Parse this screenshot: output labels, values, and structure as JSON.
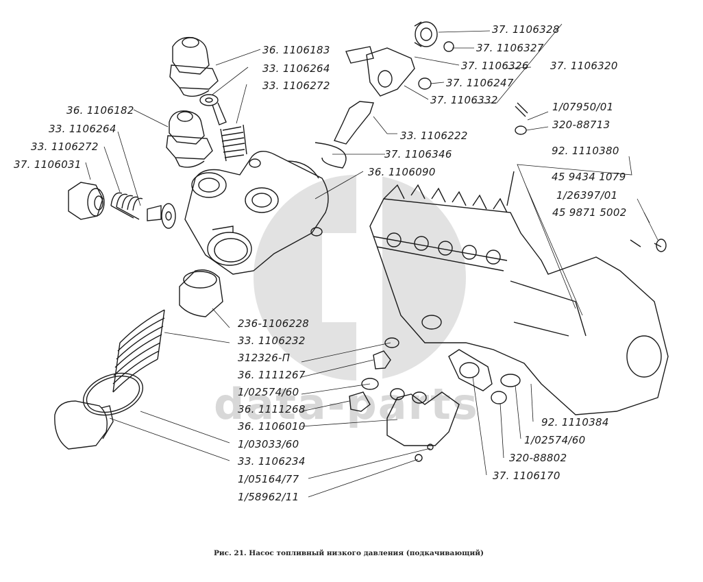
{
  "figure": {
    "caption": "Рис. 21. Насос топливный низкого давления (подкачивающий)",
    "watermark": "data-parts",
    "colors": {
      "ink": "#1a1a1a",
      "watermark": "#d8d8d8",
      "background": "#ffffff"
    }
  },
  "labels": [
    "37. 1106328",
    "37. 1106327",
    "37. 1106326",
    "37. 1106320",
    "37. 1106247",
    "37. 1106332",
    "36. 1106183",
    "33. 1106264",
    "33. 1106272",
    "36. 1106182",
    "33. 1106264",
    "33. 1106272",
    "37. 1106031",
    "33. 1106222",
    "37. 1106346",
    "36. 1106090",
    "1/07950/01",
    "320-88713",
    "92. 1110380",
    "45 9434 1079",
    "1/26397/01",
    "45 9871 5002",
    "236-1106228",
    "33. 1106232",
    "312326-П",
    "36. 1111267",
    "1/02574/60",
    "36. 1111268",
    "36. 1106010",
    "1/03033/60",
    "33. 1106234",
    "1/05164/77",
    "1/58962/11",
    "92. 1110384",
    "1/02574/60",
    "320-88802",
    "37. 1106170"
  ]
}
